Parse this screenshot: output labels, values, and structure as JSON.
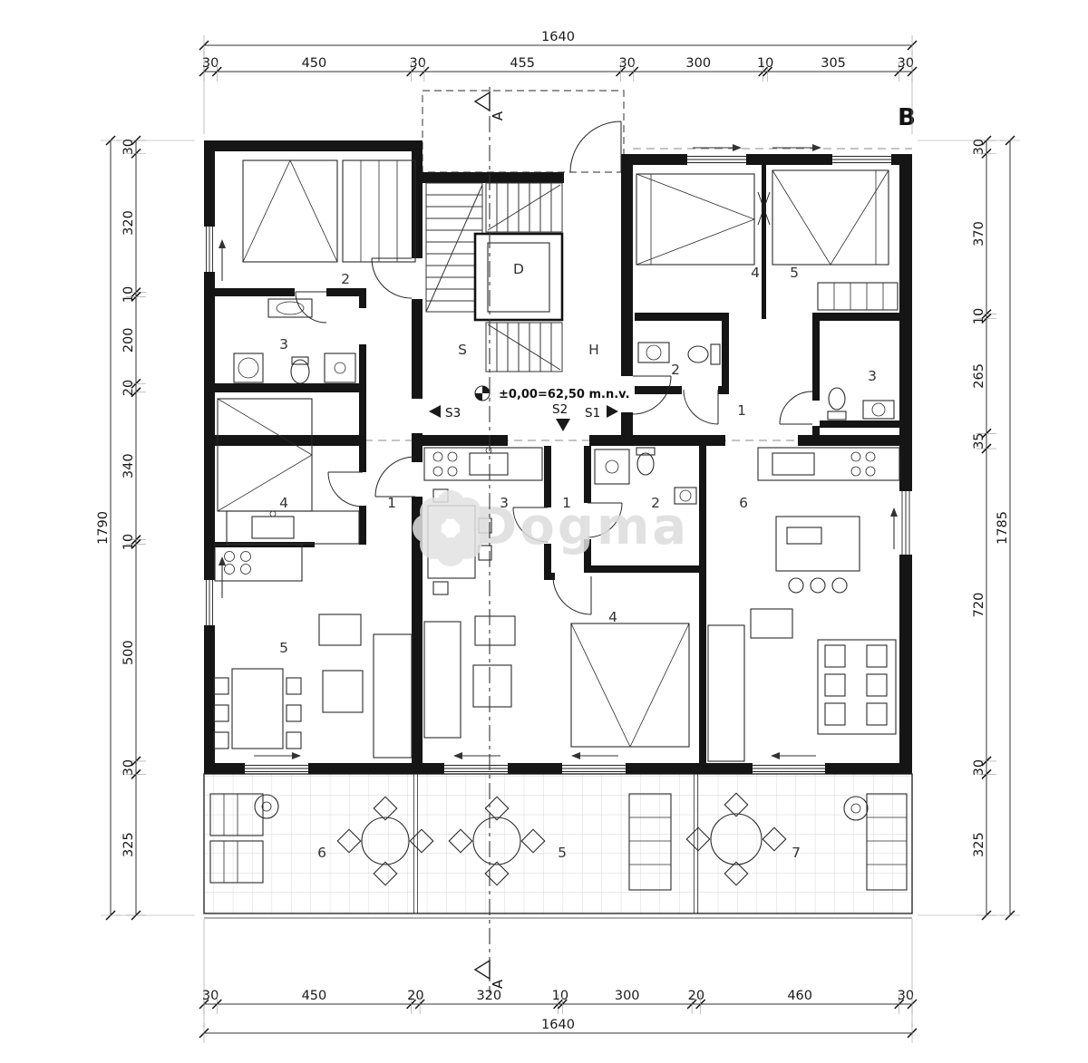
{
  "plan": {
    "building_label": "B",
    "level_marker": "±0,00=62,50 m.n.v.",
    "section_marker": "A",
    "watermark": "Dogma",
    "core": {
      "elevator": "D",
      "stairwell": "S",
      "hallway": "H"
    },
    "entrances": {
      "s3": "S3",
      "s2": "S2",
      "s1": "S1"
    },
    "rooms": {
      "tl_bedroom": "2",
      "tl_bath": "3",
      "tl_bedroom2": "4",
      "tl_living": "5",
      "tr_bedroom1": "4",
      "tr_bedroom2": "5",
      "tr_bath1": "2",
      "tr_bath2": "3",
      "tr_hall": "1",
      "mid_hall_left": "1",
      "mid_kitchen": "3",
      "mid_hall": "1",
      "mid_bath": "2",
      "mid_living": "6",
      "mid_bedroom": "4",
      "terrace_left": "6",
      "terrace_mid": "5",
      "terrace_right": "7"
    }
  },
  "dimensions": {
    "top": {
      "total": "1640",
      "segments": [
        "30",
        "450",
        "30",
        "455",
        "30",
        "300",
        "10",
        "305",
        "30"
      ]
    },
    "bottom": {
      "total": "1640",
      "segments": [
        "30",
        "450",
        "20",
        "320",
        "10",
        "300",
        "20",
        "460",
        "30"
      ]
    },
    "left": {
      "total": "1790",
      "segments": [
        "30",
        "320",
        "10",
        "200",
        "20",
        "340",
        "10",
        "500",
        "30",
        "325"
      ]
    },
    "right": {
      "total": "1785",
      "segments": [
        "30",
        "370",
        "10",
        "265",
        "35",
        "720",
        "30",
        "325"
      ]
    }
  }
}
